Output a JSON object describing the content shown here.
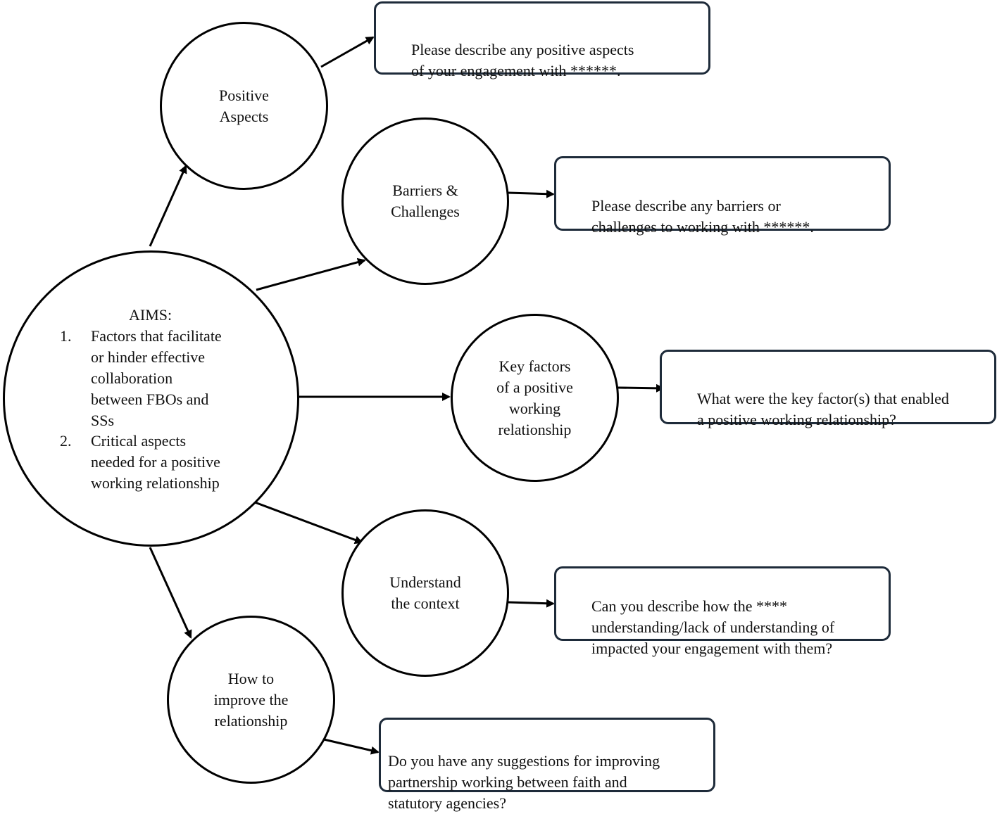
{
  "aims": {
    "title": "AIMS:",
    "items": [
      {
        "number": "1.",
        "text": "Factors that facilitate\nor hinder effective\ncollaboration\nbetween FBOs and\nSSs"
      },
      {
        "number": "2.",
        "text": "Critical aspects\nneeded for a positive\nworking relationship"
      }
    ]
  },
  "themes": [
    {
      "id": "positive",
      "label": "Positive\nAspects"
    },
    {
      "id": "barriers",
      "label": "Barriers &\nChallenges"
    },
    {
      "id": "key-factors",
      "label": "Key factors\nof a positive\nworking\nrelationship"
    },
    {
      "id": "context",
      "label": "Understand\nthe context"
    },
    {
      "id": "improve",
      "label": "How to\nimprove the\nrelationship"
    }
  ],
  "questions": [
    {
      "id": "positive",
      "text": "Please describe any positive aspects\nof your engagement with ******."
    },
    {
      "id": "barriers",
      "text": "Please describe any barriers or\nchallenges to working with ******."
    },
    {
      "id": "key-factors",
      "text": "What were the key factor(s) that enabled\na positive working relationship?"
    },
    {
      "id": "context",
      "text": "Can you describe how the ****\nunderstanding/lack of understanding of\nimpacted your engagement with them?"
    },
    {
      "id": "improve",
      "text": "Do you have any suggestions for improving\npartnership working between faith and\nstatutory agencies?"
    }
  ]
}
